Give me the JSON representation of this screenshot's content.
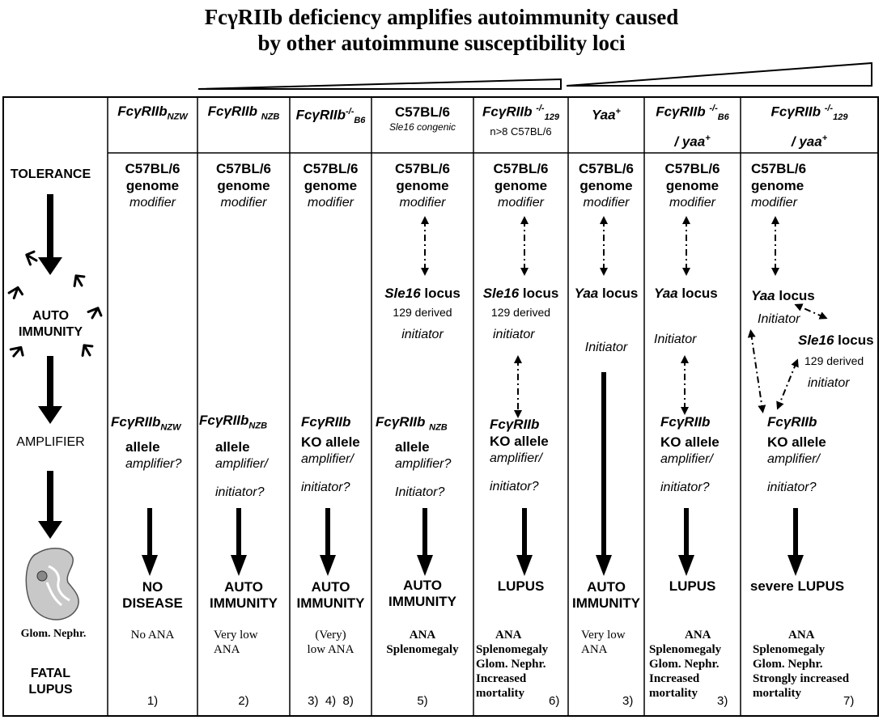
{
  "title": {
    "line1": "FcγRIIb deficiency amplifies autoimmunity caused",
    "line2": "by other autoimmune susceptibility loci"
  },
  "left": {
    "tolerance": "TOLERANCE",
    "auto1": "AUTO",
    "auto2": "IMMUNITY",
    "amplifier": "AMPLIFIER",
    "glom": "Glom. Nephr.",
    "fatal1": "FATAL",
    "fatal2": "LUPUS"
  },
  "common": {
    "strain": "C57BL/6",
    "genome": "genome",
    "modifier": "modifier",
    "allele": "allele",
    "ko_allele": "KO allele",
    "amp_q": "amplifier?",
    "amp_slash": "amplifier/",
    "init_q": "initiator?",
    "Init_q": "Initiator?",
    "derived": "129 derived",
    "initiator": "initiator",
    "Initiator": "Initiator",
    "locus": " locus",
    "sle16": "Sle16",
    "yaa": "Yaa",
    "fcg": "FcγRIIb",
    "sub_nzw": "NZW",
    "sub_nzb": "NZB",
    "sub_b6": "B6",
    "sub_129": "129",
    "sup_ko": "-/-",
    "yaa_plus": "/ yaa",
    "plus": "+"
  },
  "columns": {
    "c1": {
      "outcome1": "NO",
      "outcome2": "DISEASE",
      "pheno1": "No ANA",
      "ref": "1)"
    },
    "c2": {
      "outcome1": "AUTO",
      "outcome2": "IMMUNITY",
      "pheno1": "Very low",
      "pheno2": "ANA",
      "ref": "2)"
    },
    "c3": {
      "outcome1": "AUTO",
      "outcome2": "IMMUNITY",
      "pheno1": "(Very)",
      "pheno2": "low ANA",
      "ref": "3)  4)  8)"
    },
    "c4": {
      "head1": "C57BL/6",
      "head2": "Sle16 congenic",
      "outcome1": "AUTO",
      "outcome2": "IMMUNITY",
      "pheno1": "ANA",
      "pheno2": "Splenomegaly",
      "ref": "5)"
    },
    "c5": {
      "head2": "n>8 C57BL/6",
      "outcome1": "LUPUS",
      "pheno1": "ANA",
      "pheno2": "Splenomegaly",
      "pheno3": "Glom. Nephr.",
      "pheno4": "Increased",
      "pheno5": "mortality",
      "ref": "6)"
    },
    "c6": {
      "head": "Yaa",
      "outcome1": "AUTO",
      "outcome2": "IMMUNITY",
      "pheno1": "Very low",
      "pheno2": "ANA",
      "ref": "3)"
    },
    "c7": {
      "outcome1": "LUPUS",
      "pheno1": "ANA",
      "pheno2": "Splenomegaly",
      "pheno3": "Glom. Nephr.",
      "pheno4": "Increased",
      "pheno5": "mortality",
      "ref": "3)"
    },
    "c8": {
      "outcome1": "severe LUPUS",
      "pheno1": "ANA",
      "pheno2": "Splenomegaly",
      "pheno3": "Glom. Nephr.",
      "pheno4": "Strongly increased",
      "pheno5": "mortality",
      "ref": "7)"
    }
  },
  "colors": {
    "ink": "#000000",
    "kidney": "#c8c8c8"
  }
}
